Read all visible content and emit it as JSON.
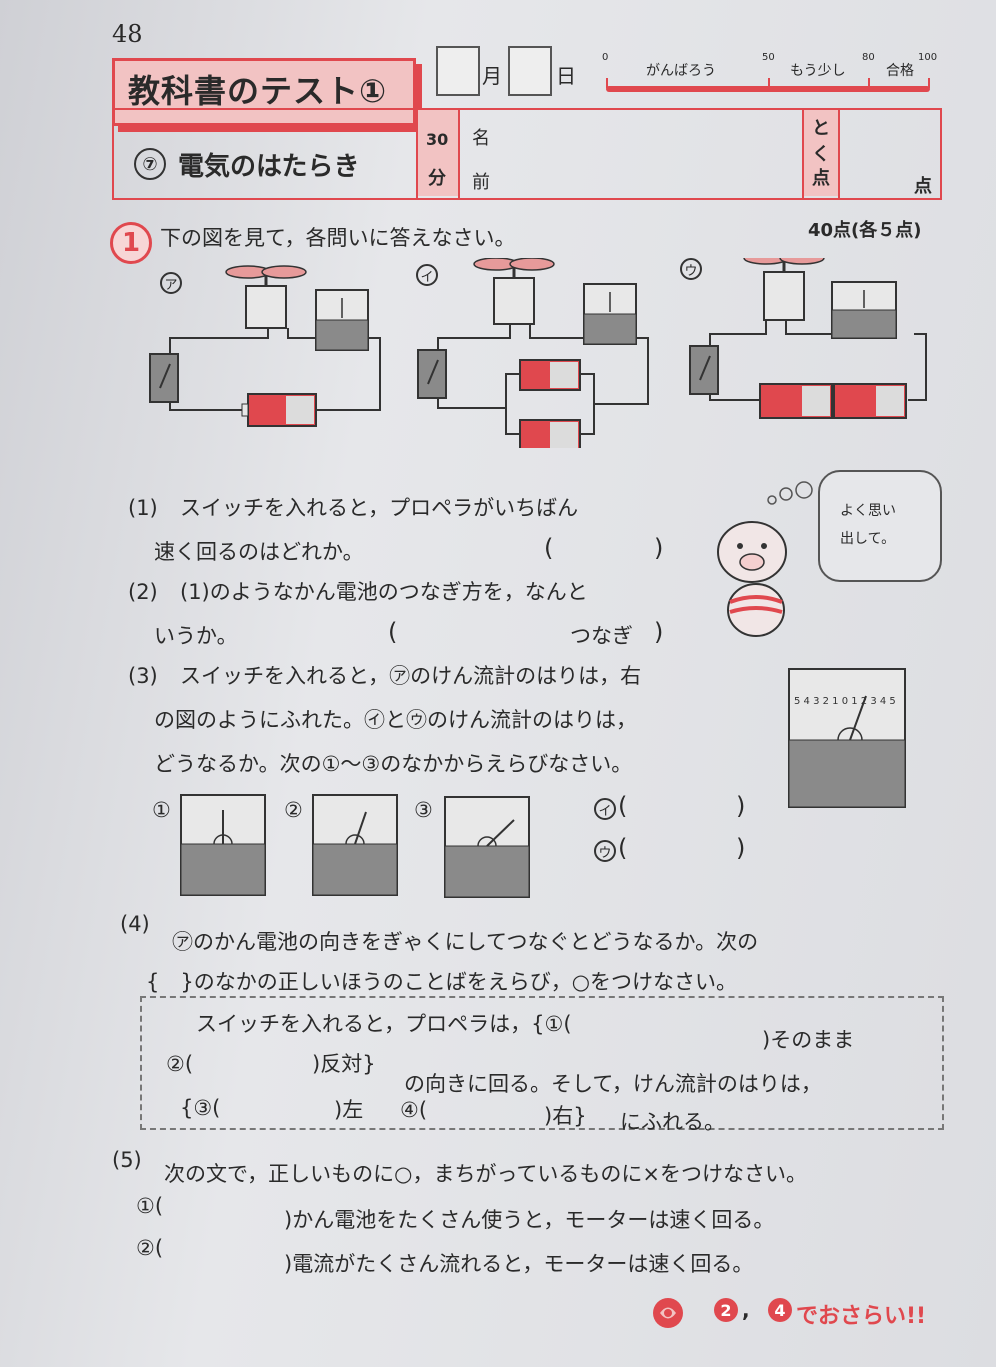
{
  "page_number": "48",
  "header": {
    "title": "教科書のテスト①",
    "month_label": "月",
    "day_label": "日",
    "scale": {
      "nums": [
        "0",
        "50",
        "80",
        "100"
      ],
      "labels": [
        "がんばろう",
        "もう少し",
        "合格"
      ]
    },
    "unit_num": "⑦",
    "unit_title": "電気のはたらき",
    "time_num": "30",
    "time_unit": "分",
    "name_label_1": "名",
    "name_label_2": "前",
    "score_label": [
      "と",
      "く",
      "点"
    ],
    "score_unit": "点"
  },
  "q1": {
    "num": "1",
    "instruction": "下の図を見て，各問いに答えなさい。",
    "points": "40点(各５点)",
    "diagram_labels": [
      "ア",
      "イ",
      "ウ"
    ],
    "bubble_text_1": "よく思い",
    "bubble_text_2": "出して。",
    "p1_num": "(1)",
    "p1_line1": "スイッチを入れると，プロペラがいちばん",
    "p1_line2": "速く回るのはどれか。",
    "p2_num": "(2)",
    "p2_line1": "(1)のようなかん電池のつなぎ方を，なんと",
    "p2_line2": "いうか。",
    "p2_suffix": "つなぎ",
    "p3_num": "(3)",
    "p3_line1": "スイッチを入れると，㋐のけん流計のはりは，右",
    "p3_line2": "の図のようにふれた。㋑と㋒のけん流計のはりは，",
    "p3_line3": "どうなるか。次の①～③のなかからえらびなさい。",
    "meter_scale": "5 4 3 2 1 0 1 2 3 4 5",
    "choice_labels": [
      "①",
      "②",
      "③"
    ],
    "answer_labels": [
      "イ",
      "ウ"
    ],
    "p4_num": "(4)",
    "p4_line1": "㋐のかん電池の向きをぎゃくにしてつなぐとどうなるか。次の",
    "p4_line2": "{　}のなかの正しいほうのことばをえらび，○をつけなさい。",
    "box_line1_a": "スイッチを入れると，プロペラは，{①(",
    "box_line1_b": ")そのまま",
    "box_line2_a": "②(",
    "box_line2_b": ")反対}",
    "box_line2_c": "の向きに回る。そして，けん流計のはりは，",
    "box_line3_a": "{③(",
    "box_line3_b": ")左",
    "box_line3_c": "④(",
    "box_line3_d": ")右}",
    "box_line3_e": "にふれる。",
    "p5_num": "(5)",
    "p5_line": "次の文で，正しいものに○，まちがっているものに×をつけなさい。",
    "p5_1_label": "①(",
    "p5_1_text": ")かん電池をたくさん使うと，モーターは速く回る。",
    "p5_2_label": "②(",
    "p5_2_text": ")電流がたくさん流れると，モーターは速く回る。"
  },
  "footer": {
    "ref_1": "2",
    "sep": ",",
    "ref_2": "4",
    "text": "でおさらい!!"
  },
  "colors": {
    "accent": "#e0484e",
    "accent_light": "#f2c3c3",
    "ink": "#2a2a2a",
    "gray": "#8a8a8a"
  }
}
